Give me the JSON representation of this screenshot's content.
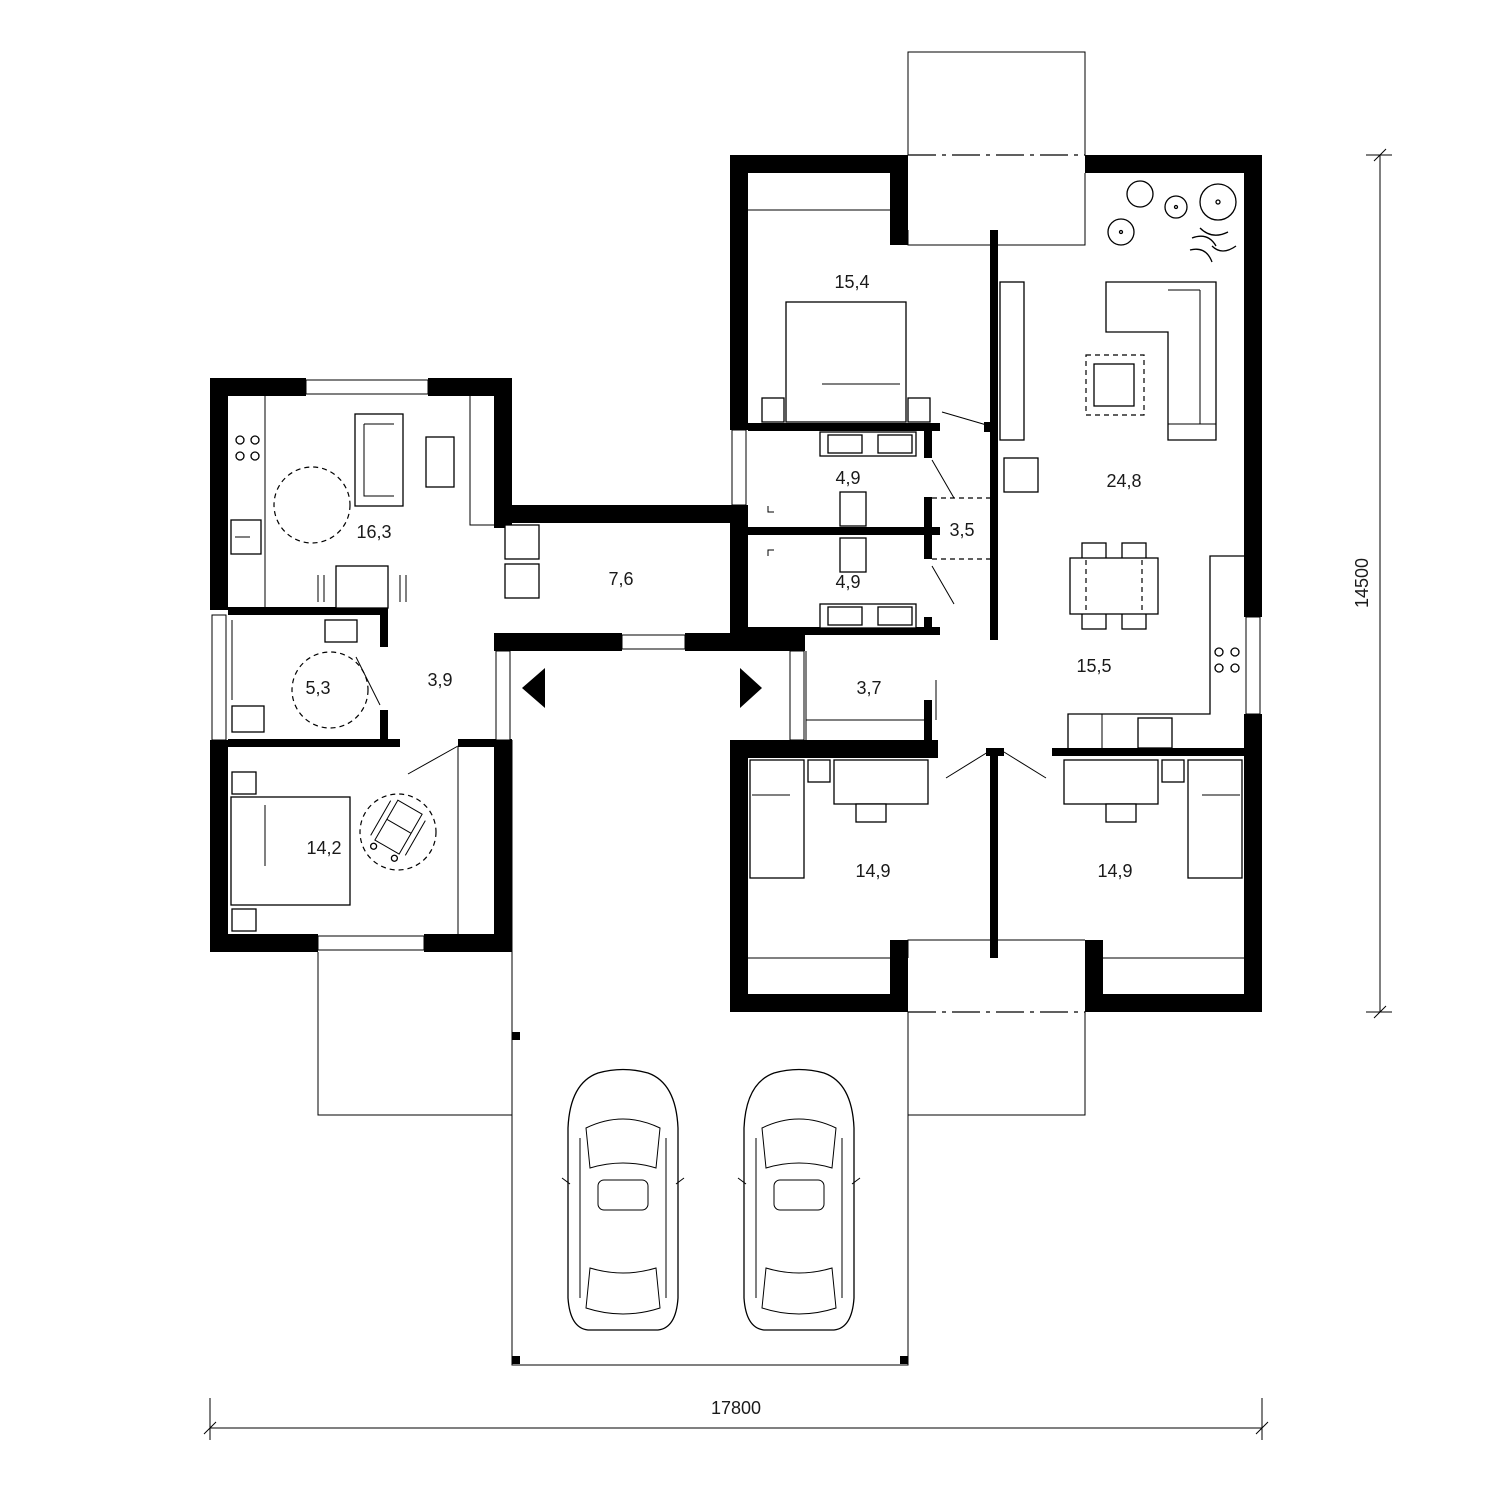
{
  "rooms": {
    "living": "24,8",
    "kitchen_dining": "15,5",
    "bedroom_top": "15,4",
    "wardrobe_upper": "4,9",
    "wardrobe_lower": "4,9",
    "hall_small": "3,5",
    "vestibule": "3,7",
    "bedroom_right_a": "14,9",
    "bedroom_right_b": "14,9",
    "passage": "7,6",
    "annex_living": "16,3",
    "annex_bath": "5,3",
    "annex_hall": "3,9",
    "annex_bedroom": "14,2"
  },
  "dimensions": {
    "width": "17800",
    "height": "14500"
  }
}
